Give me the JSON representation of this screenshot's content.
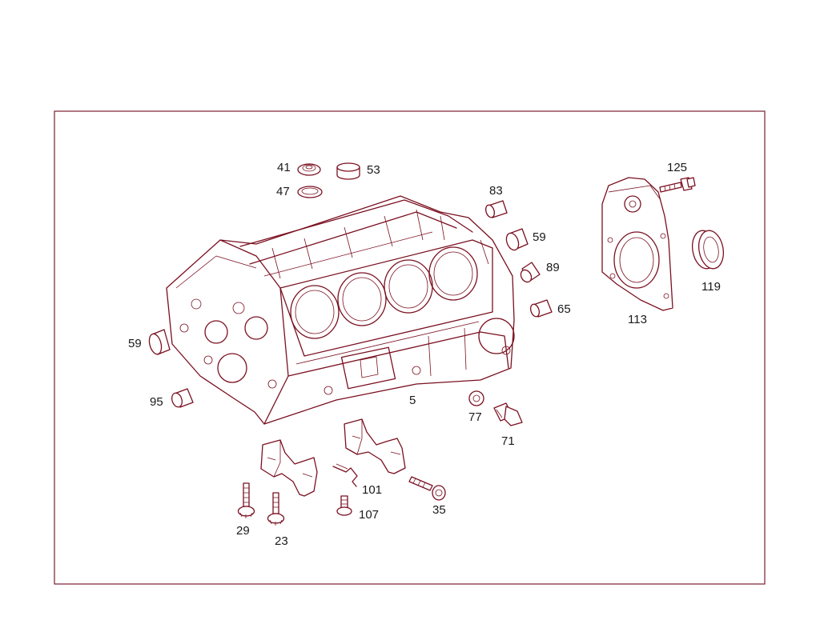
{
  "callouts": [
    {
      "id": "c41",
      "text": "41"
    },
    {
      "id": "c53",
      "text": "53"
    },
    {
      "id": "c47",
      "text": "47"
    },
    {
      "id": "c83",
      "text": "83"
    },
    {
      "id": "c59a",
      "text": "59"
    },
    {
      "id": "c89",
      "text": "89"
    },
    {
      "id": "c65",
      "text": "65"
    },
    {
      "id": "c125",
      "text": "125"
    },
    {
      "id": "c119",
      "text": "119"
    },
    {
      "id": "c113",
      "text": "113"
    },
    {
      "id": "c59b",
      "text": "59"
    },
    {
      "id": "c95",
      "text": "95"
    },
    {
      "id": "c5",
      "text": "5"
    },
    {
      "id": "c77",
      "text": "77"
    },
    {
      "id": "c71",
      "text": "71"
    },
    {
      "id": "c101",
      "text": "101"
    },
    {
      "id": "c35",
      "text": "35"
    },
    {
      "id": "c107",
      "text": "107"
    },
    {
      "id": "c29",
      "text": "29"
    },
    {
      "id": "c23",
      "text": "23"
    }
  ],
  "colors": {
    "line": "#7a1020",
    "frame": "#7a1f2e"
  }
}
